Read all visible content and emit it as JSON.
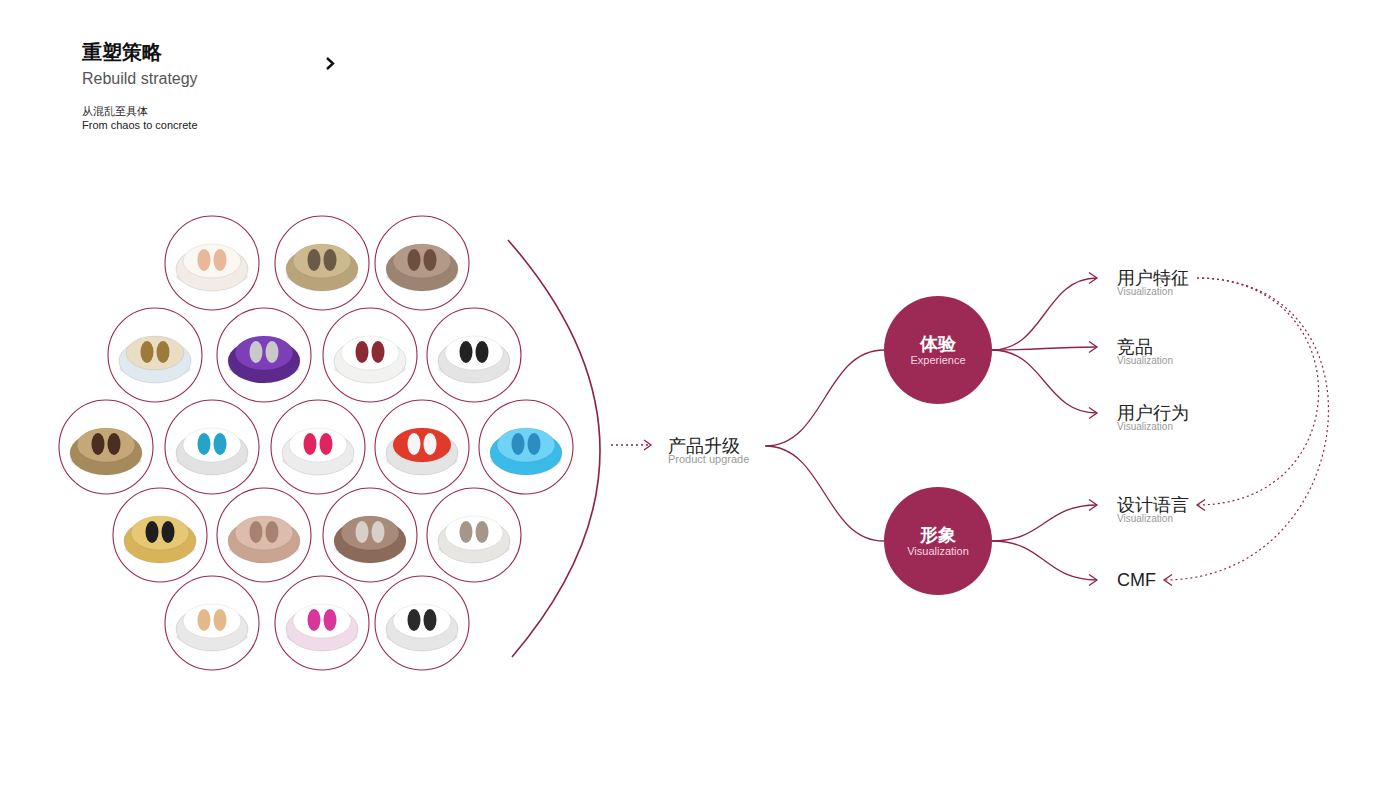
{
  "diagram": {
    "title": "重塑策略",
    "nodes": [
      {
        "text": [
          "产品升级",
          "Product upgrade"
        ]
      },
      {
        "text": [
          "体验",
          "Experience"
        ]
      },
      {
        "text": [
          "形象",
          "Visualization"
        ]
      },
      {
        "text": [
          "用户特征",
          "Visualization"
        ]
      },
      {
        "text": [
          "竞品",
          "Visualization"
        ]
      },
      {
        "text": [
          "用户行为",
          "Visualization"
        ]
      },
      {
        "text": [
          "设计语言",
          "Visualization"
        ]
      },
      {
        "text": [
          "CMF"
        ]
      }
    ],
    "edges": [
      {
        "from": 0,
        "to": 1,
        "arrow": "none"
      },
      {
        "from": 0,
        "to": 2,
        "arrow": "none"
      },
      {
        "from": 1,
        "to": 3,
        "arrow": "to"
      },
      {
        "from": 1,
        "to": 4,
        "arrow": "to"
      },
      {
        "from": 1,
        "to": 5,
        "arrow": "to"
      },
      {
        "from": 2,
        "to": 6,
        "arrow": "to"
      },
      {
        "from": 2,
        "to": 7,
        "arrow": "to"
      },
      {
        "from": 3,
        "to": 6,
        "arrow": "to"
      },
      {
        "from": 3,
        "to": 7,
        "arrow": "to"
      }
    ],
    "labels": [
      "Rebuild strategy",
      "从混乱至具体",
      "From chaos to concrete"
    ]
  }
}
